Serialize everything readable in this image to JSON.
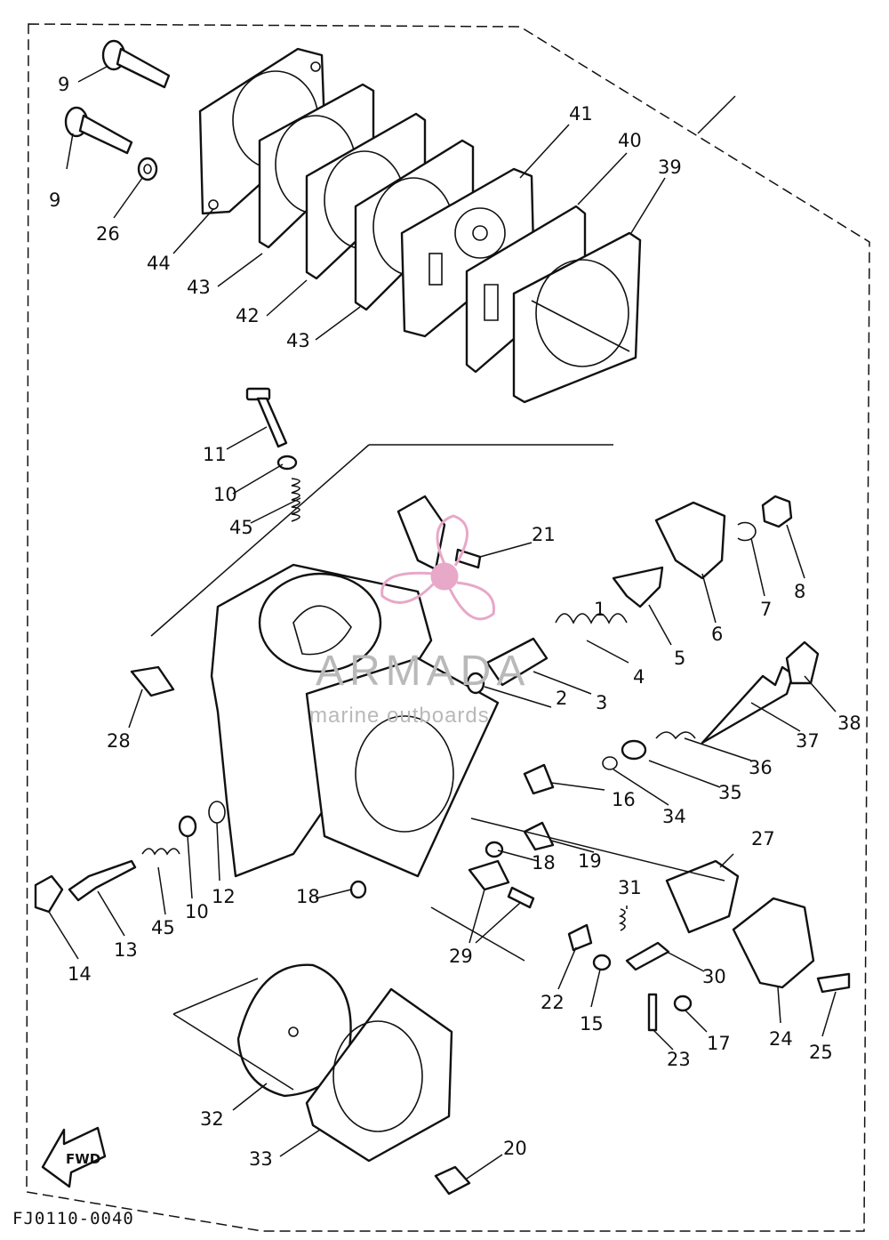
{
  "callouts": [
    "1",
    "2",
    "3",
    "4",
    "5",
    "6",
    "7",
    "8",
    "9",
    "9",
    "10",
    "10",
    "11",
    "12",
    "13",
    "14",
    "15",
    "16",
    "17",
    "18",
    "18",
    "19",
    "20",
    "21",
    "22",
    "23",
    "24",
    "25",
    "26",
    "27",
    "28",
    "29",
    "30",
    "31",
    "32",
    "33",
    "34",
    "35",
    "36",
    "37",
    "38",
    "39",
    "40",
    "41",
    "42",
    "43",
    "43",
    "44",
    "45",
    "45"
  ],
  "figure_code": "FJ0110-0040",
  "direction_label": "FWD",
  "watermark": {
    "brand": "ARMADA",
    "tagline": "marine outboards",
    "logo": "propeller-logo",
    "color": "#e8a8c8"
  },
  "colors": {
    "line": "#111111",
    "background": "#ffffff"
  }
}
